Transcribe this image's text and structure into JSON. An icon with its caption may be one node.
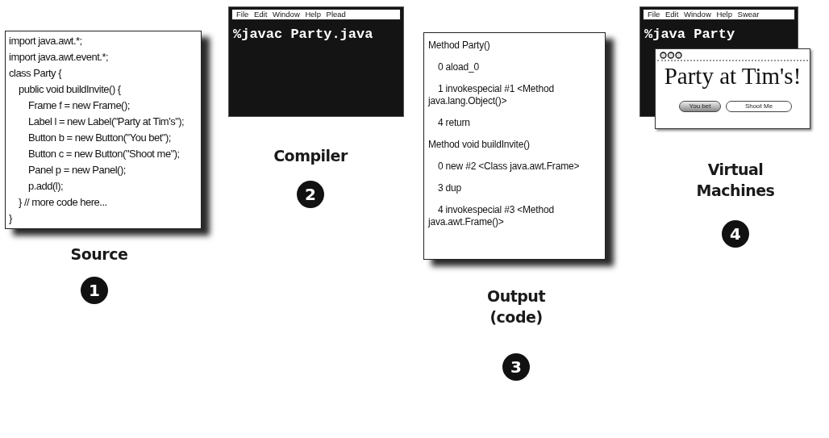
{
  "diagram": {
    "nodes": [
      {
        "text": [
          "import java.awt.*;",
          "import java.awt.event.*;",
          "class Party {",
          "public void buildInvite() {",
          "Frame f = new Frame();",
          "Label l = new Label(\"Party at Tim's\");",
          "Button b = new Button(\"You bet\");",
          "Button c = new Button(\"Shoot me\");",
          "Panel p = new Panel();",
          "p.add(l);",
          "} // more code here...",
          "}"
        ]
      },
      {
        "text": [
          "1"
        ],
        "beside": [
          "Source"
        ]
      },
      {
        "text": [
          "File Edit Window Help Plead",
          "%javac Party.java"
        ]
      },
      {
        "text": [
          "2"
        ],
        "beside": [
          "Compiler"
        ]
      },
      {
        "text": [
          "Method Party()",
          "0 aload_0",
          "1 invokespecial #1 <Method java.lang.Object()>",
          "4 return",
          "Method void buildInvite()",
          "0 new #2 <Class java.awt.Frame>",
          "3 dup",
          "4 invokespecial #3 <Method java.awt.Frame()>"
        ]
      },
      {
        "text": [
          "3"
        ],
        "beside": [
          "Output (code)"
        ]
      },
      {
        "text": [
          "File Edit Window Help Swear",
          "%java Party"
        ]
      },
      {
        "text": [
          "Party at Tim's!"
        ]
      },
      {
        "text": [
          "You bet"
        ]
      },
      {
        "text": [
          "Shoot Me"
        ]
      },
      {
        "text": [
          "4"
        ],
        "beside": [
          "Virtual Machines"
        ]
      }
    ]
  }
}
